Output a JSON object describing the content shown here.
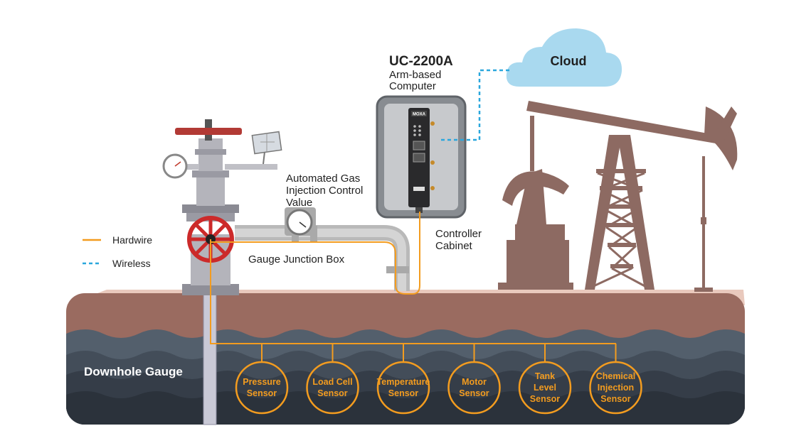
{
  "device": {
    "model": "UC-2200A",
    "desc_line1": "Arm-based",
    "desc_line2": "Computer",
    "brand": "MOXA"
  },
  "cloud": {
    "label": "Cloud"
  },
  "labels": {
    "valve_line1": "Automated Gas",
    "valve_line2": "Injection Control",
    "valve_line3": "Value",
    "junction": "Gauge Junction Box",
    "cabinet_line1": "Controller",
    "cabinet_line2": "Cabinet",
    "downhole": "Downhole Gauge"
  },
  "legend": [
    {
      "label": "Hardwire",
      "style": "solid",
      "color": "#f39c1f"
    },
    {
      "label": "Wireless",
      "style": "dashed",
      "color": "#2aa7dd"
    }
  ],
  "sensors": [
    {
      "lines": [
        "Pressure",
        "Sensor"
      ]
    },
    {
      "lines": [
        "Load Cell",
        "Sensor"
      ]
    },
    {
      "lines": [
        "Temperature",
        "Sensor"
      ]
    },
    {
      "lines": [
        "Motor",
        "Sensor"
      ]
    },
    {
      "lines": [
        "Tank",
        "Level",
        "Sensor"
      ]
    },
    {
      "lines": [
        "Chemical",
        "Injection",
        "Sensor"
      ]
    }
  ],
  "colors": {
    "hardwire": "#f39c1f",
    "wireless": "#2aa7dd",
    "ground_top": "#9a6b60",
    "pumpjack": "#8d6a62",
    "cloud": "#a9d9ef",
    "valve_wheel": "#cc2a2a"
  }
}
